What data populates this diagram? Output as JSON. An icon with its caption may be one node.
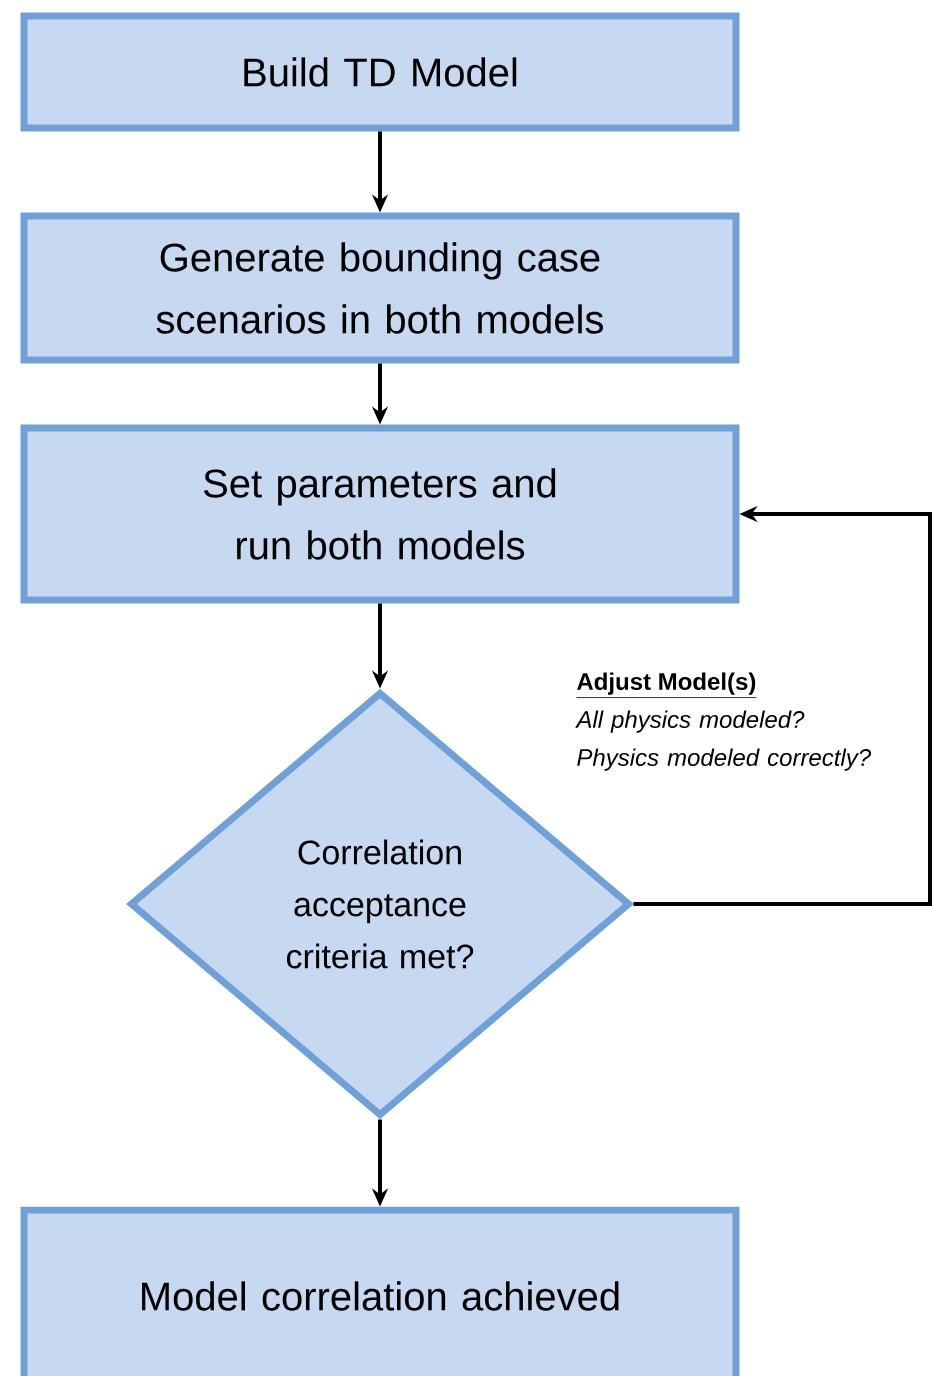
{
  "diagram": {
    "nodes": [
      {
        "text": [
          "Build TD Model"
        ]
      },
      {
        "text": [
          "Generate bounding case scenarios in both models"
        ]
      },
      {
        "text": [
          "Set parameters and run both models"
        ]
      },
      {
        "text": [
          "Correlation acceptance criteria met?"
        ]
      },
      {
        "text": [
          "Model correlation achieved"
        ]
      }
    ],
    "edges": [
      {
        "from": 0,
        "to": 1,
        "arrow": "to"
      },
      {
        "from": 1,
        "to": 2,
        "arrow": "to"
      },
      {
        "from": 2,
        "to": 3,
        "arrow": "to"
      },
      {
        "from": 3,
        "to": 4,
        "arrow": "to"
      },
      {
        "from": 3,
        "to": 2,
        "arrow": "to"
      }
    ],
    "labels": [
      "Adjust Model(s)",
      "All physics modeled? Physics modeled correctly?"
    ]
  }
}
